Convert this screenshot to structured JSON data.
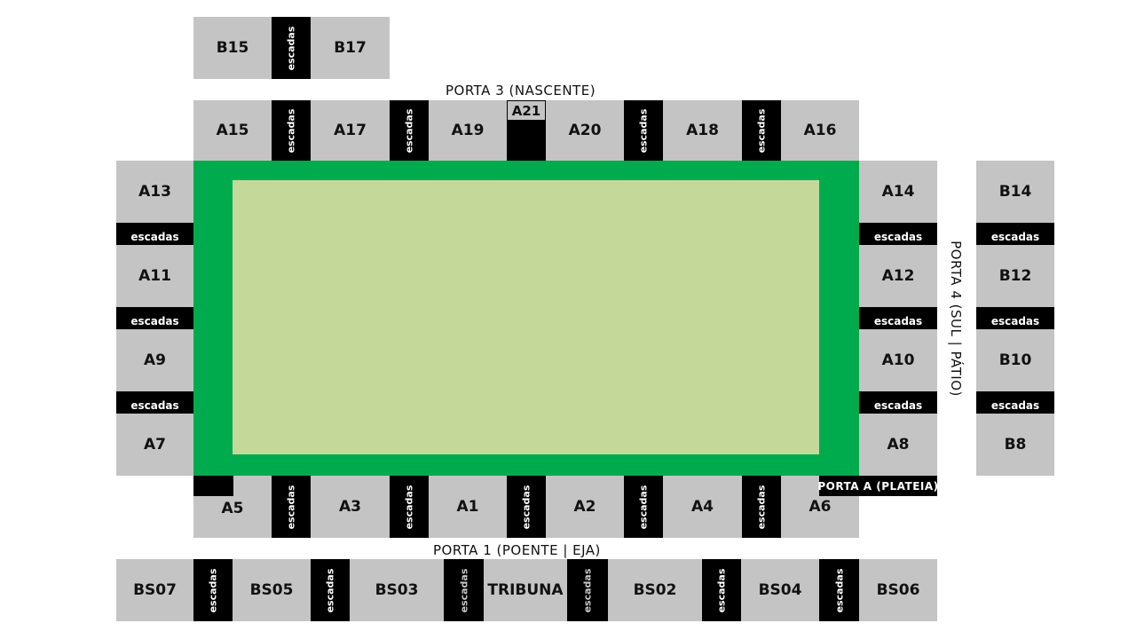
{
  "stairs_label": "escadas",
  "colors": {
    "section": "#c4c4c4",
    "stairs": "#000000",
    "pitch_border": "#00ab4e",
    "pitch_field": "#c4d89a"
  },
  "sections": {
    "B15": "B15",
    "B17": "B17",
    "A15": "A15",
    "A17": "A17",
    "A19": "A19",
    "A21": "A21",
    "A20": "A20",
    "A18": "A18",
    "A16": "A16",
    "A13": "A13",
    "A11": "A11",
    "A9": "A9",
    "A7": "A7",
    "A14": "A14",
    "A12": "A12",
    "A10": "A10",
    "A8": "A8",
    "B14": "B14",
    "B12": "B12",
    "B10": "B10",
    "B8": "B8",
    "A5": "A5",
    "A3": "A3",
    "A1": "A1",
    "A2": "A2",
    "A4": "A4",
    "A6": "A6",
    "BS07": "BS07",
    "BS05": "BS05",
    "BS03": "BS03",
    "TRIBUNA": "TRIBUNA",
    "BS02": "BS02",
    "BS04": "BS04",
    "BS06": "BS06"
  },
  "gates": {
    "porta3": "PORTA 3 (NASCENTE)",
    "porta4": "PORTA 4 (SUL | PÁTIO)",
    "portaA": "PORTA A (PLATEIA)",
    "porta1": "PORTA 1 (POENTE | EJA)"
  }
}
